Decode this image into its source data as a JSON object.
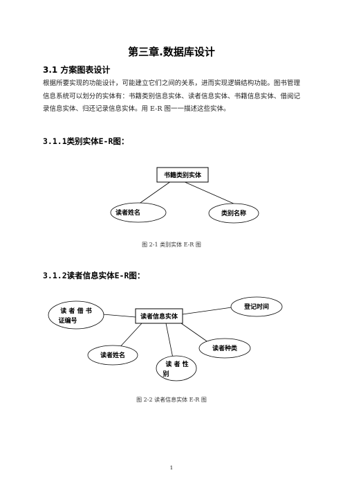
{
  "chapter_title": "第三章.数据库设计",
  "section_title": "3.1 方案图表设计",
  "intro_paragraph": "根据所要实现的功能设计，可能建立它们之间的关系，进而实现逻辑结构功能。图书管理信息系统可以划分的实体有：书籍类别信息实体、读者信息实体、书籍信息实体、借阅记录信息实体、归还记录信息实体。用 E-R 图一一描述这些实体。",
  "sub1": {
    "title": "3.1.1类别实体E-R图：",
    "entity": "书籍类别实体",
    "attr_left": "读者姓名",
    "attr_right": "类别名称",
    "caption": "图 2-1 类别实体 E-R 图"
  },
  "sub2": {
    "title": "3.1.2读者信息实体E-R图：",
    "entity": "读者信息实体",
    "attr_card_line1": "读 者 借 书",
    "attr_card_line2": "证编号",
    "attr_time": "登记时间",
    "attr_name": "读者姓名",
    "attr_type": "读者种类",
    "attr_sex_line1": "读 者 性",
    "attr_sex_line2": "别",
    "caption": "图 2-2  读者信息实体 E-R 图"
  },
  "page_number": "1"
}
